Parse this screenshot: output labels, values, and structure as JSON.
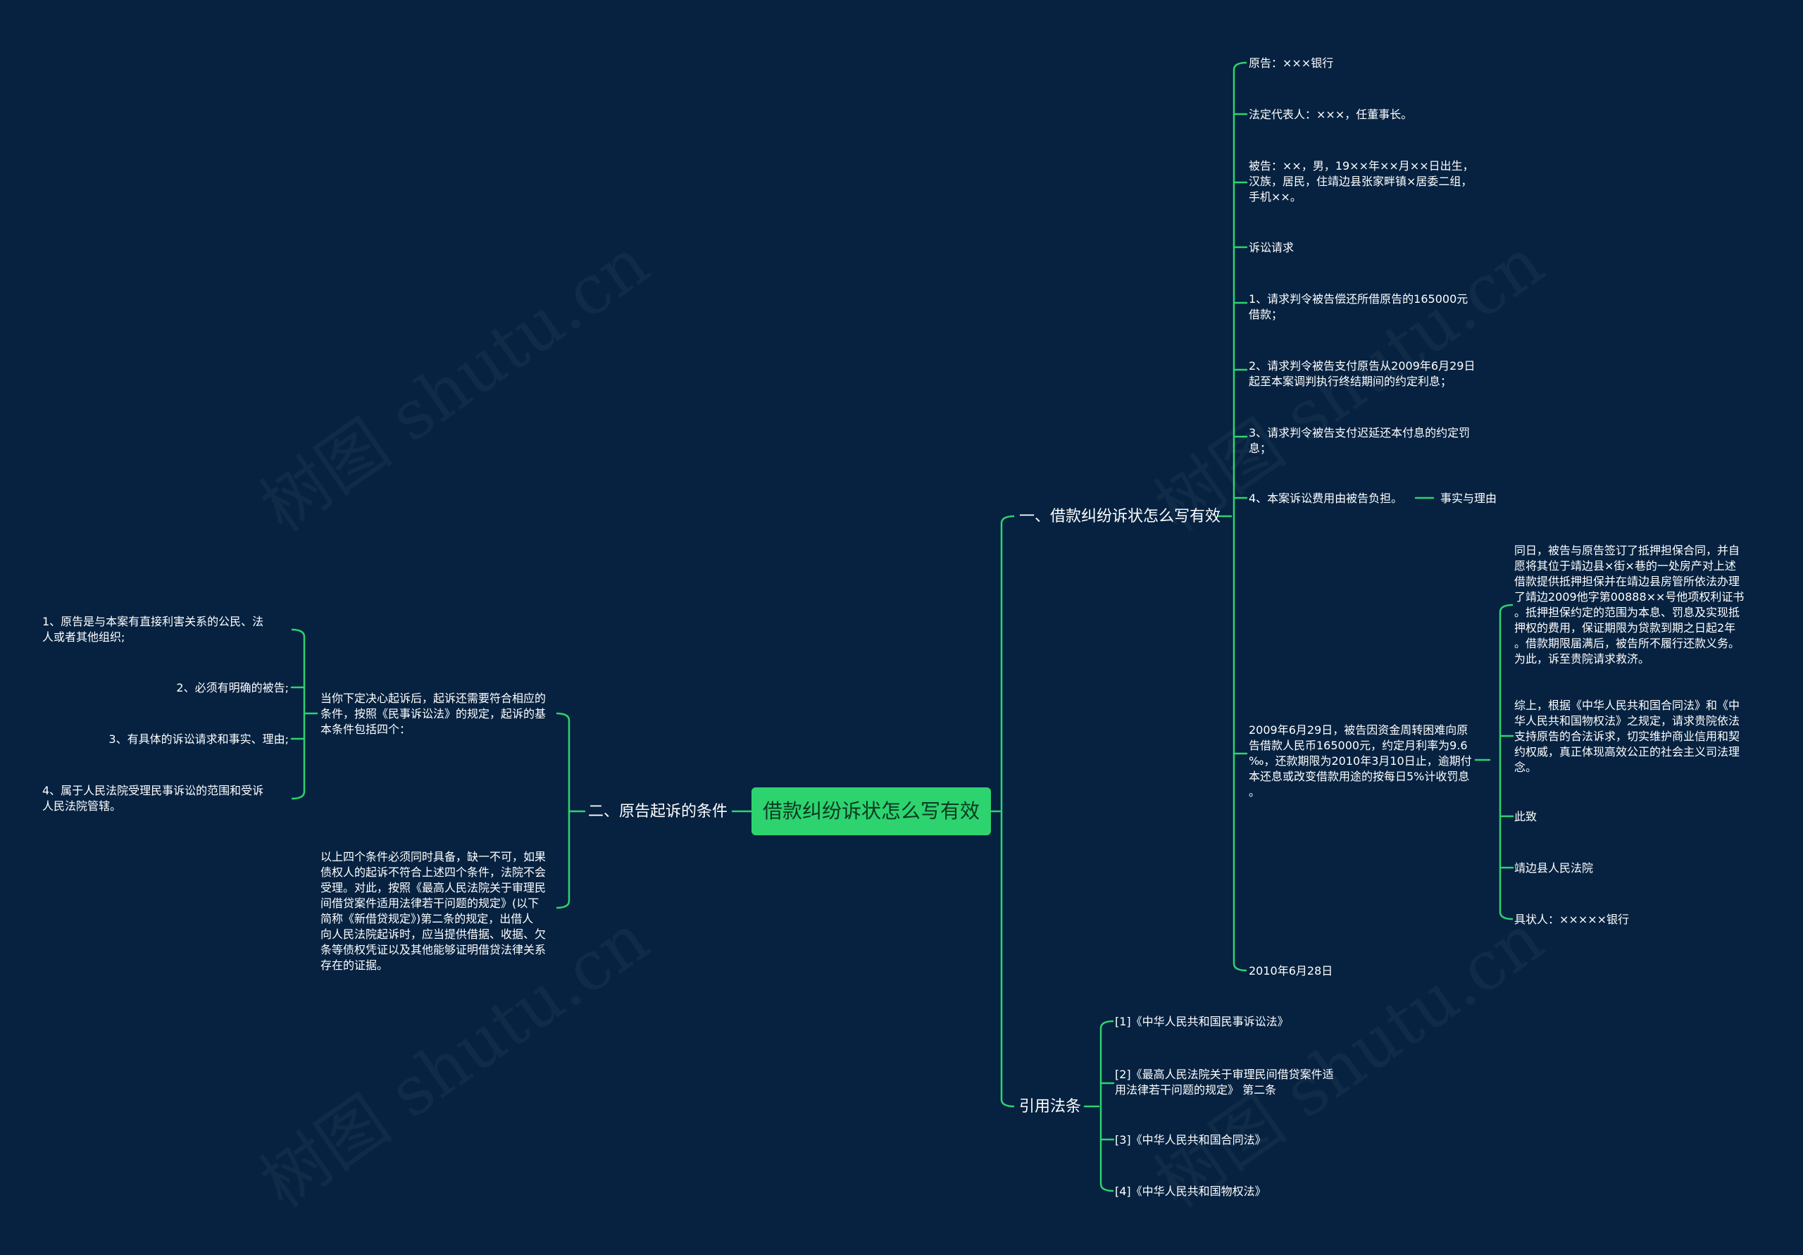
{
  "root": {
    "label": "借款纠纷诉状怎么写有效"
  },
  "watermark": "树图 shutu.cn",
  "colors": {
    "background": "#062240",
    "line": "#2dd36f",
    "root_fill": "#2dd36f"
  },
  "branch1": {
    "label": "一、借款纠纷诉状怎么写有效",
    "items": [
      "原告：×××银行",
      "法定代表人：×××，任董事长。",
      "被告：××，男，19××年××月××日出生，\n汉族，居民，住靖边县张家畔镇×居委二组，\n手机××。",
      "诉讼请求",
      "1、请求判令被告偿还所借原告的165000元\n借款；",
      "2、请求判令被告支付原告从2009年6月29日\n起至本案调判执行终结期间的约定利息；",
      "3、请求判令被告支付迟延还本付息的约定罚\n息；",
      "4、本案诉讼费用由被告负担。",
      "2009年6月29日，被告因资金周转困难向原\n告借款人民币165000元，约定月利率为9.6\n‰，还款期限为2010年3月10日止，逾期付\n本还息或改变借款用途的按每日5%计收罚息\n。",
      "2010年6月28日"
    ],
    "fact_label": "事实与理由",
    "sub_items": [
      "同日，被告与原告签订了抵押担保合同，并自\n愿将其位于靖边县×街×巷的一处房产对上述\n借款提供抵押担保并在靖边县房管所依法办理\n了靖边2009他字第00888××号他项权利证书\n。抵押担保约定的范围为本息、罚息及实现抵\n押权的费用，保证期限为贷款到期之日起2年\n。借款期限届满后，被告所不履行还款义务。\n为此，诉至贵院请求救济。",
      "综上，根据《中华人民共和国合同法》和《中\n华人民共和国物权法》之规定，请求贵院依法\n支持原告的合法诉求，切实维护商业信用和契\n约权威，真正体现高效公正的社会主义司法理\n念。",
      "此致",
      "靖边县人民法院",
      "具状人：×××××银行"
    ]
  },
  "branch2": {
    "label": "二、原告起诉的条件",
    "intro": "当你下定决心起诉后，起诉还需要符合相应的\n条件，按照《民事诉讼法》的规定，起诉的基\n本条件包括四个：",
    "conditions": [
      "1、原告是与本案有直接利害关系的公民、法\n人或者其他组织;",
      "2、必须有明确的被告;",
      "3、有具体的诉讼请求和事实、理由;",
      "4、属于人民法院受理民事诉讼的范围和受诉\n人民法院管辖。"
    ],
    "note": "以上四个条件必须同时具备，缺一不可，如果\n债权人的起诉不符合上述四个条件，法院不会\n受理。对此，按照《最高人民法院关于审理民\n间借贷案件适用法律若干问题的规定》(以下\n简称《新借贷规定》)第二条的规定，出借人\n向人民法院起诉时，应当提供借据、收据、欠\n条等债权凭证以及其他能够证明借贷法律关系\n存在的证据。"
  },
  "branch3": {
    "label": "引用法条",
    "refs": [
      "[1]《中华人民共和国民事诉讼法》",
      "[2]《最高人民法院关于审理民间借贷案件适\n用法律若干问题的规定》 第二条",
      "[3]《中华人民共和国合同法》",
      "[4]《中华人民共和国物权法》"
    ]
  }
}
